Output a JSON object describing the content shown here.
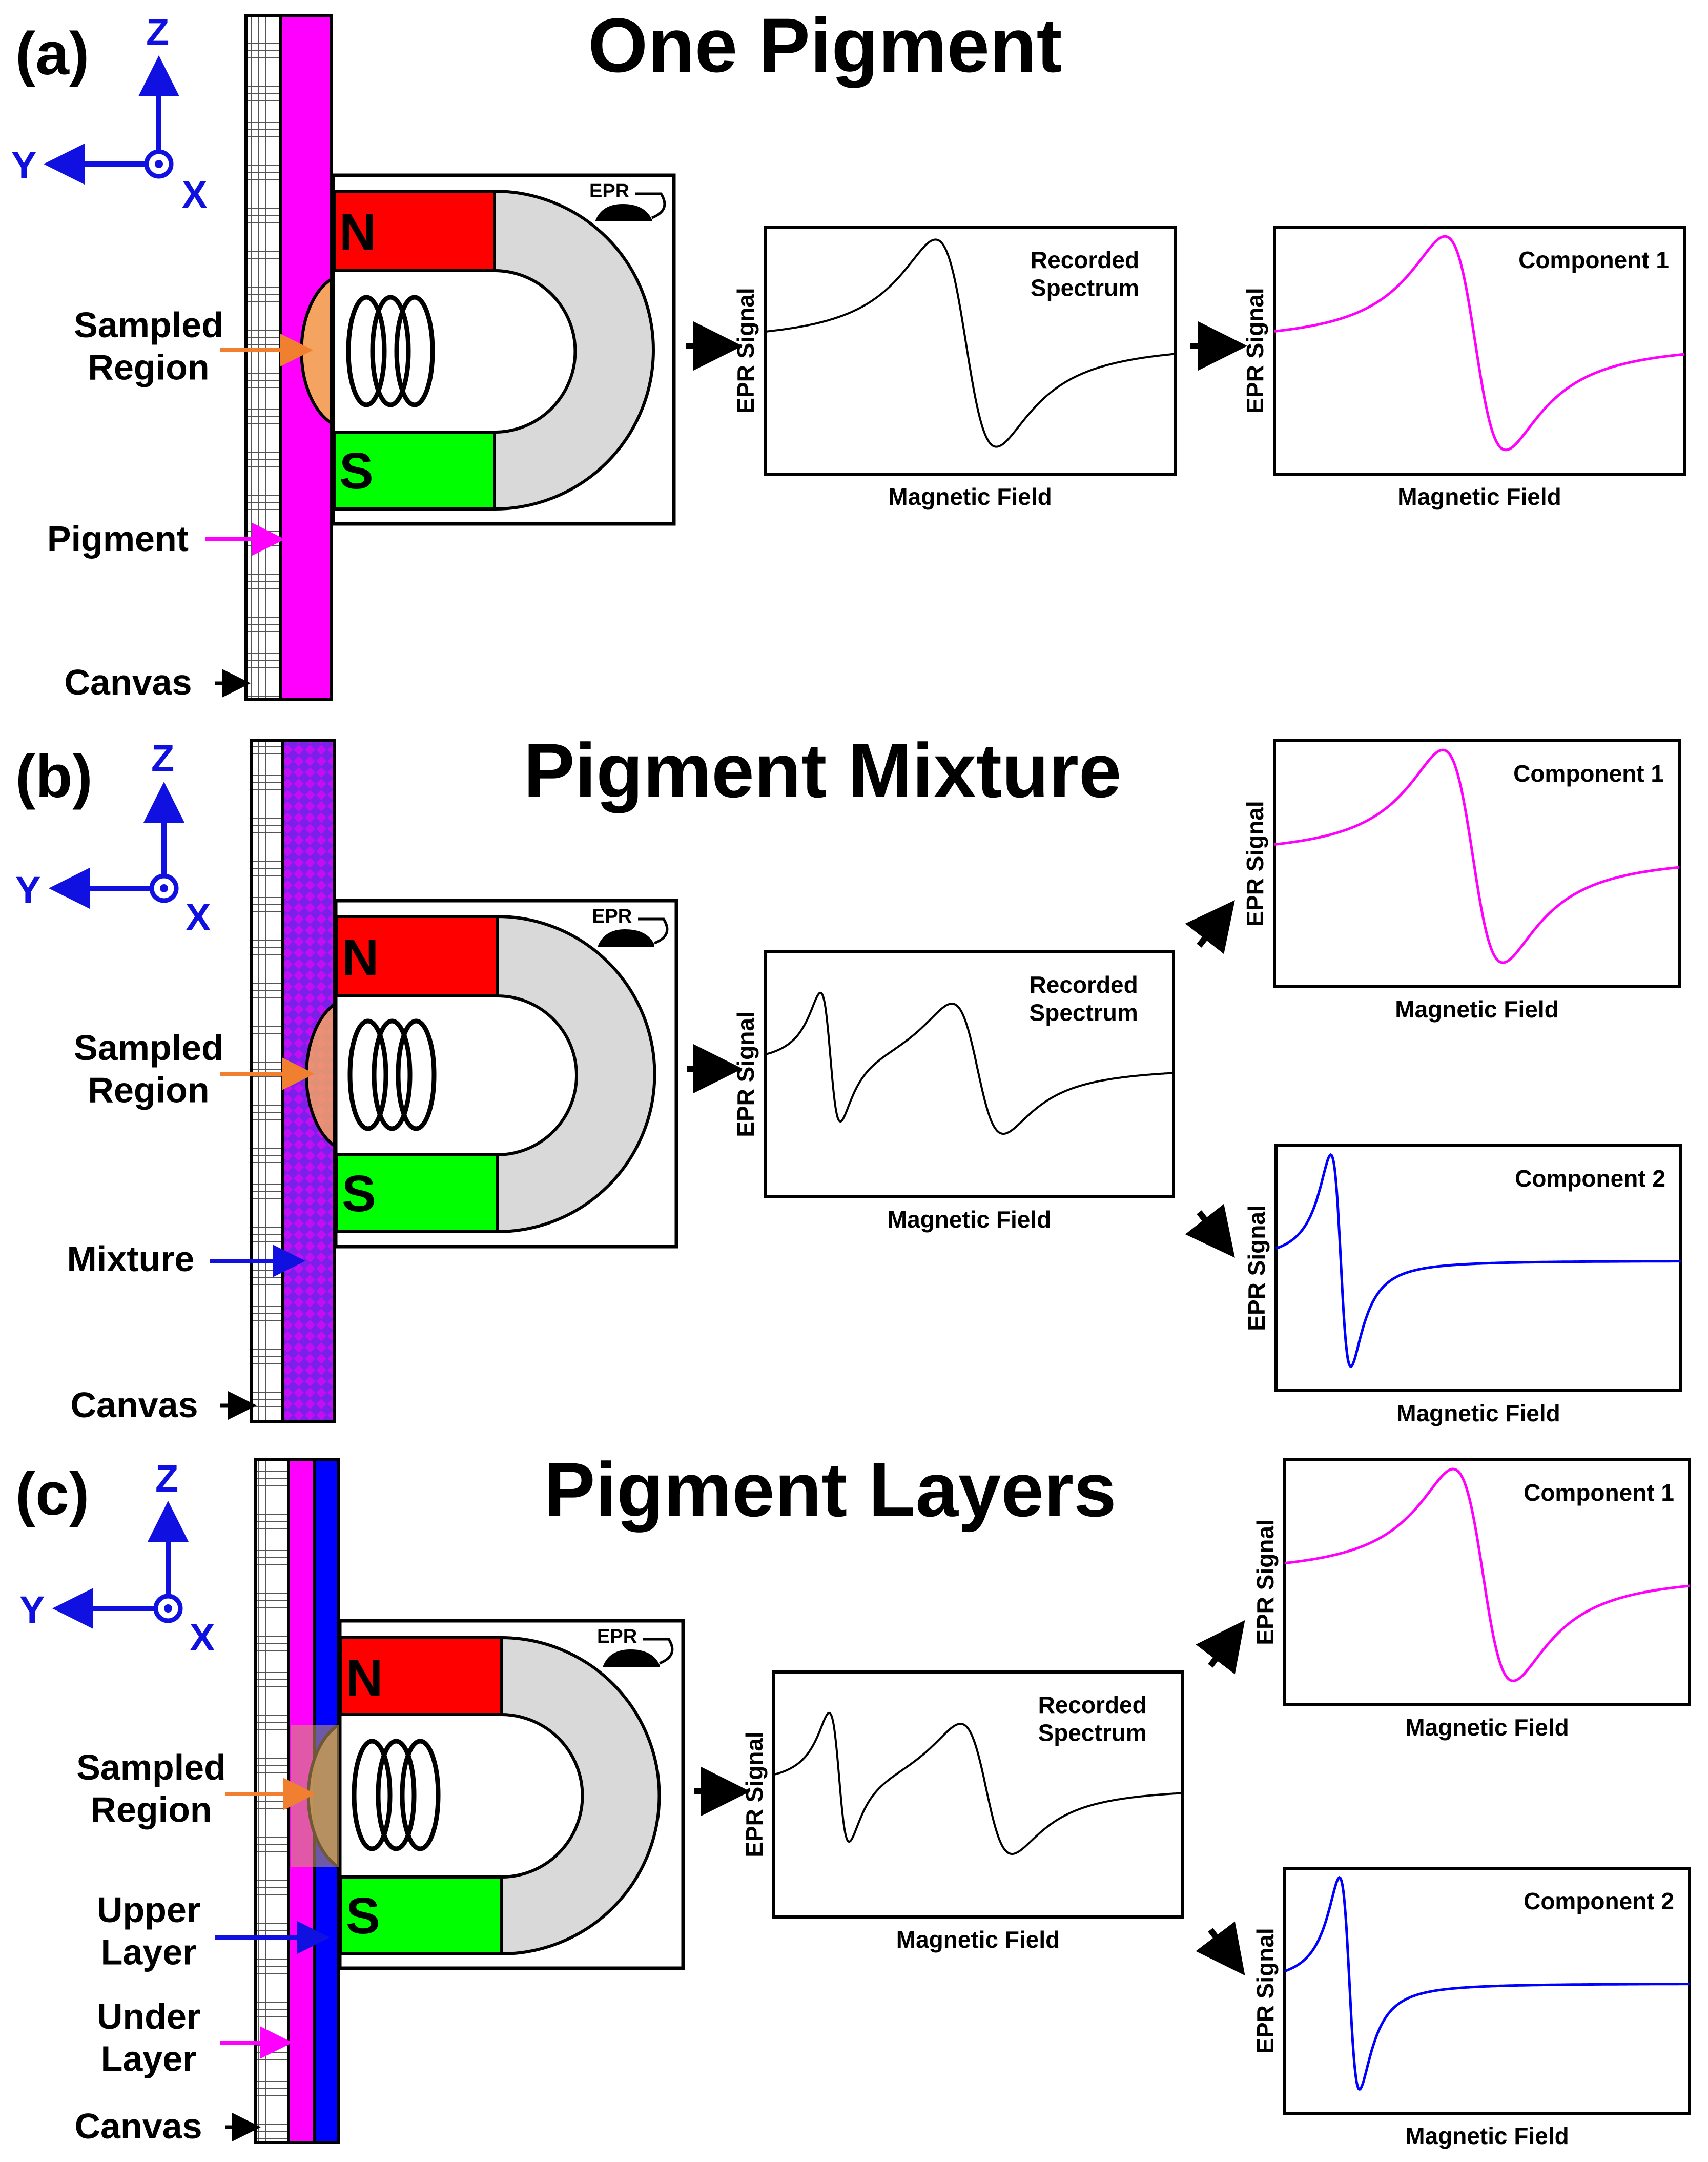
{
  "panels": [
    {
      "letter": "(a)",
      "title": "One Pigment",
      "side_labels": [
        "Sampled\nRegion",
        "Pigment",
        "Canvas"
      ],
      "recorded": {
        "title": "Recorded\nSpectrum",
        "ylabel": "EPR Signal",
        "xlabel": "Magnetic Field"
      },
      "components": [
        {
          "title": "Component 1",
          "ylabel": "EPR Signal",
          "xlabel": "Magnetic Field"
        }
      ]
    },
    {
      "letter": "(b)",
      "title": "Pigment Mixture",
      "side_labels": [
        "Sampled\nRegion",
        "Mixture",
        "Canvas"
      ],
      "recorded": {
        "title": "Recorded\nSpectrum",
        "ylabel": "EPR Signal",
        "xlabel": "Magnetic Field"
      },
      "components": [
        {
          "title": "Component 1",
          "ylabel": "EPR Signal",
          "xlabel": "Magnetic Field"
        },
        {
          "title": "Component 2",
          "ylabel": "EPR Signal",
          "xlabel": "Magnetic Field"
        }
      ]
    },
    {
      "letter": "(c)",
      "title": "Pigment Layers",
      "side_labels": [
        "Sampled\nRegion",
        "Upper\nLayer",
        "Under\nLayer",
        "Canvas"
      ],
      "recorded": {
        "title": "Recorded\nSpectrum",
        "ylabel": "EPR Signal",
        "xlabel": "Magnetic Field"
      },
      "components": [
        {
          "title": "Component 1",
          "ylabel": "EPR Signal",
          "xlabel": "Magnetic Field"
        },
        {
          "title": "Component 2",
          "ylabel": "EPR Signal",
          "xlabel": "Magnetic Field"
        }
      ]
    }
  ],
  "axes_labels": {
    "z": "Z",
    "y": "Y",
    "x": "X"
  },
  "magnet": {
    "north": "N",
    "south": "S",
    "device": "EPR"
  },
  "colors": {
    "pigment_magenta": "#ff00ff",
    "pigment_blue": "#0000ff",
    "mixture_purple": "#7a20e8",
    "north_red": "#ff0000",
    "south_green": "#00ff00",
    "yoke_gray": "#d9d9d9",
    "sampled_orange": "#f4a460",
    "arrow_orange": "#f08030",
    "axis_blue": "#1010e0",
    "recorded_black": "#000000",
    "component1_magenta": "#ff00ff",
    "component2_blue": "#0000ff"
  },
  "icons": [
    "coordinate-axes-icon",
    "horseshoe-magnet-icon",
    "coil-icon",
    "mouse-icon",
    "arrow-icon"
  ]
}
